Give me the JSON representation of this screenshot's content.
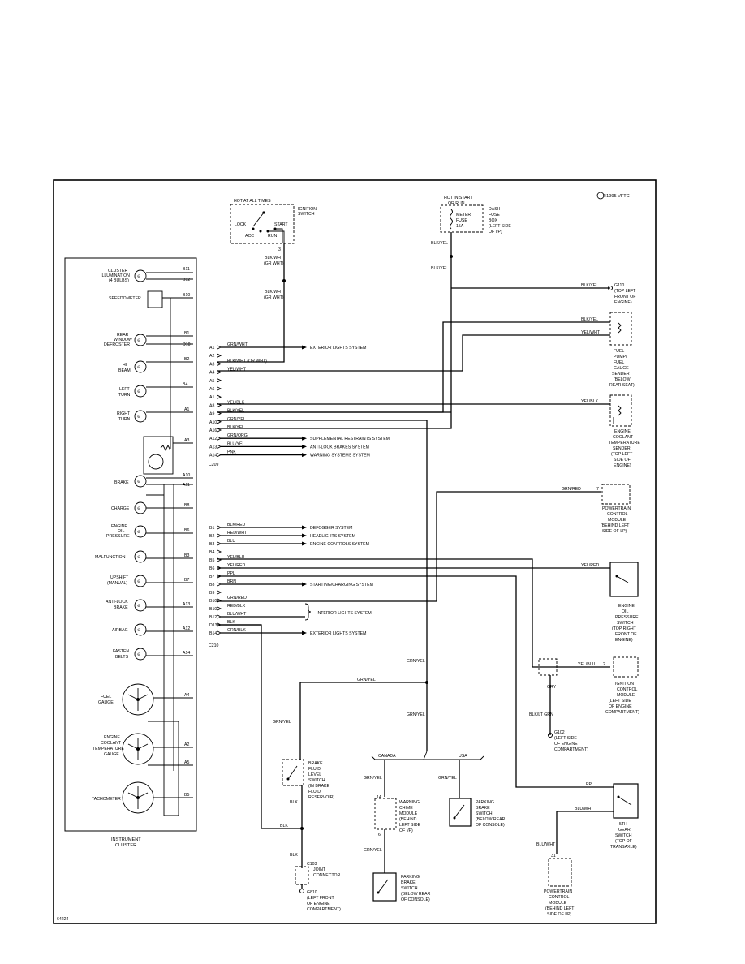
{
  "copyright": "©1995 VFTC",
  "figure_id": "64224",
  "ignition_switch": {
    "hot": "HOT AT ALL TIMES",
    "name": [
      "IGNITION",
      "SWITCH"
    ],
    "lock": "LOCK",
    "acc": "ACC",
    "run": "RUN",
    "start": "START",
    "pin": "3"
  },
  "dash_fuse": {
    "hot": [
      "HOT IN START",
      "OR RUN"
    ],
    "fuse": [
      "METER",
      "FUSE",
      "15A"
    ],
    "box": [
      "DASH",
      "FUSE",
      "BOX",
      "(LEFT SIDE",
      "OF I/P)"
    ]
  },
  "cluster_title": [
    "INSTRUMENT",
    "CLUSTER"
  ],
  "cluster_items": [
    {
      "label": [
        "CLUSTER",
        "ILLUMINATION",
        "(4 BULBS)"
      ],
      "pins": [
        "B11",
        "B12"
      ]
    },
    {
      "label": [
        "SPEEDOMETER"
      ],
      "pins": [
        "B10"
      ]
    },
    {
      "label": [
        "REAR",
        "WINDOW",
        "DEFROSTER"
      ],
      "pins": [
        "B1",
        "D10"
      ]
    },
    {
      "label": [
        "HI",
        "BEAM"
      ],
      "pins": [
        "B2"
      ]
    },
    {
      "label": [
        "LEFT",
        "TURN"
      ],
      "pins": [
        "B4"
      ]
    },
    {
      "label": [
        "RIGHT",
        "TURN"
      ],
      "pins": [
        "A1"
      ]
    },
    {
      "label": [
        ""
      ],
      "pins": [
        "A3"
      ]
    },
    {
      "label": [
        "BRAKE"
      ],
      "pins": [
        "A10",
        "A11"
      ]
    },
    {
      "label": [
        "CHARGE"
      ],
      "pins": [
        "B8"
      ]
    },
    {
      "label": [
        "ENGINE",
        "OIL",
        "PRESSURE"
      ],
      "pins": [
        "B6"
      ]
    },
    {
      "label": [
        "MALFUNCTION"
      ],
      "pins": [
        "B3"
      ]
    },
    {
      "label": [
        "UPSHIFT",
        "(MANUAL)"
      ],
      "pins": [
        "B7"
      ]
    },
    {
      "label": [
        "ANTI-LOCK",
        "BRAKE"
      ],
      "pins": [
        "A13"
      ]
    },
    {
      "label": [
        "AIRBAG"
      ],
      "pins": [
        "A12"
      ]
    },
    {
      "label": [
        "FASTEN",
        "BELTS"
      ],
      "pins": [
        "A14"
      ]
    },
    {
      "label": [
        "FUEL",
        "GAUGE"
      ],
      "pins": [
        "A4"
      ]
    },
    {
      "label": [
        "ENGINE",
        "COOLANT",
        "TEMPERATURE",
        "GAUGE"
      ],
      "pins": [
        "A2",
        "A5"
      ]
    },
    {
      "label": [
        "TACHOMETER"
      ],
      "pins": [
        "B5"
      ]
    }
  ],
  "c209": {
    "name": "C209",
    "pins": [
      {
        "pin": "A1",
        "wire": "GRN/WHT",
        "dest": "EXTERIOR LIGHTS SYSTEM"
      },
      {
        "pin": "A2",
        "wire": "",
        "dest": ""
      },
      {
        "pin": "A3",
        "wire": "BLK/WHT (OR WHT)",
        "dest": ""
      },
      {
        "pin": "A4",
        "wire": "YEL/WHT",
        "dest": ""
      },
      {
        "pin": "A5",
        "wire": "",
        "dest": ""
      },
      {
        "pin": "A6",
        "wire": "",
        "dest": ""
      },
      {
        "pin": "A1",
        "wire": "",
        "dest": ""
      },
      {
        "pin": "A8",
        "wire": "YEL/BLK",
        "dest": ""
      },
      {
        "pin": "A9",
        "wire": "BLK/YEL",
        "dest": ""
      },
      {
        "pin": "A10",
        "wire": "GRN/YEL",
        "dest": ""
      },
      {
        "pin": "A16",
        "wire": "BLK/YEL",
        "dest": ""
      },
      {
        "pin": "A12",
        "wire": "GRN/ORG",
        "dest": "SUPPLEMENTAL RESTRAINTS SYSTEM"
      },
      {
        "pin": "A13",
        "wire": "BLU/YEL",
        "dest": "ANTI-LOCK BRAKES SYSTEM"
      },
      {
        "pin": "A14",
        "wire": "PNK",
        "dest": "WARNING SYSTEMS SYSTEM"
      }
    ]
  },
  "c210": {
    "name": "C210",
    "pins": [
      {
        "pin": "B1",
        "wire": "BLK/RED",
        "dest": "DEFOGGER SYSTEM"
      },
      {
        "pin": "B2",
        "wire": "RED/WHT",
        "dest": "HEADLIGHTS SYSTEM"
      },
      {
        "pin": "B3",
        "wire": "BLU",
        "dest": "ENGINE CONTROLS SYSTEM"
      },
      {
        "pin": "B4",
        "wire": "",
        "dest": ""
      },
      {
        "pin": "B5",
        "wire": "YEL/BLU",
        "dest": ""
      },
      {
        "pin": "B6",
        "wire": "YEL/RED",
        "dest": ""
      },
      {
        "pin": "B7",
        "wire": "PPL",
        "dest": ""
      },
      {
        "pin": "B8",
        "wire": "BRN",
        "dest": "STARTING/CHARGING SYSTEM"
      },
      {
        "pin": "B9",
        "wire": "",
        "dest": ""
      },
      {
        "pin": "B10",
        "wire": "GRN/RED",
        "dest": ""
      },
      {
        "pin": "B10",
        "wire": "RED/BLK",
        "dest": ""
      },
      {
        "pin": "B12",
        "wire": "BLU/WHT",
        "dest": ""
      },
      {
        "pin": "D13",
        "wire": "BLK",
        "dest": ""
      },
      {
        "pin": "B14",
        "wire": "GRN/BLK",
        "dest": "EXTERIOR LIGHTS SYSTEM"
      }
    ],
    "interior": "INTERIOR LIGHTS SYSTEM"
  },
  "wires": {
    "blk_wht": "BLK/WHT",
    "gr_wht": "(GR WHT)",
    "blk_yel": "BLK/YEL",
    "grn_red": "GRN/RED",
    "yel_blk": "YEL/BLK",
    "yel_wht": "YEL/WHT",
    "yel_red": "YEL/RED",
    "yel_blu": "YEL/BLU",
    "grn_yel": "GRN/YEL",
    "gry": "GRY",
    "blk_lt_grn": "BLK/LT GRN",
    "ppl": "PPL",
    "blu_wht": "BLU/WHT",
    "blk": "BLK",
    "canada": "CANADA",
    "usa": "USA"
  },
  "components": {
    "g110": [
      "G110",
      "(TOP LEFT",
      "FRONT OF",
      "ENGINE)"
    ],
    "fuel_pump": [
      "FUEL",
      "PUMP/",
      "FUEL",
      "GAUGE",
      "SENDER",
      "(BELOW",
      "REAR SEAT)"
    ],
    "coolant_sender": [
      "ENGINE",
      "COOLANT",
      "TEMPERATURE",
      "SENDER",
      "(TOP LEFT",
      "SIDE OF",
      "ENGINE)"
    ],
    "pcm1": [
      "POWERTRAIN",
      "CONTROL",
      "MODULE",
      "(BEHIND LEFT",
      "SIDE OF I/P)"
    ],
    "pcm1_pin": "7",
    "oil_switch": [
      "ENGINE",
      "OIL",
      "PRESSURE",
      "SWITCH",
      "(TOP RIGHT",
      "FRONT OF",
      "ENGINE)"
    ],
    "icm": [
      "IGNITION",
      "CONTROL",
      "MODULE",
      "(LEFT SIDE",
      "OF ENGINE",
      "COMPARTMENT)"
    ],
    "icm_pin": "2",
    "g102": [
      "G102",
      "(LEFT SIDE",
      "OF ENGINE",
      "COMPARTMENT)"
    ],
    "brake_fluid": [
      "BRAKE",
      "FLUID",
      "LEVEL",
      "SWITCH",
      "(IN BRAKE",
      "FLUID",
      "RESERVOIR)"
    ],
    "chime": [
      "WARNING",
      "CHIME",
      "MODULE",
      "(BEHIND",
      "LEFT SIDE",
      "OF I/P)"
    ],
    "chime_pins": [
      "14",
      "6"
    ],
    "park_brake_usa": [
      "PARKING",
      "BRAKE",
      "SWITCH",
      "(BELOW REAR",
      "OF CONSOLE)"
    ],
    "park_brake_can": [
      "PARKING",
      "BRAKE",
      "SWITCH",
      "(BELOW REAR",
      "OF CONSOLE)"
    ],
    "c103": [
      "C103",
      "JOINT",
      "CONNECTOR"
    ],
    "g810": [
      "G810",
      "(LEFT FRONT",
      "OF ENGINE",
      "COMPARTMENT)"
    ],
    "fifth_gear": [
      "5TH",
      "GEAR",
      "SWITCH",
      "(TOP OF",
      "TRANSAXLE)"
    ],
    "pcm2": [
      "POWERTRAIN",
      "CONTROL",
      "MODULE",
      "(BEHIND LEFT",
      "SIDE OF I/P)"
    ],
    "pcm2_pin": "31"
  }
}
